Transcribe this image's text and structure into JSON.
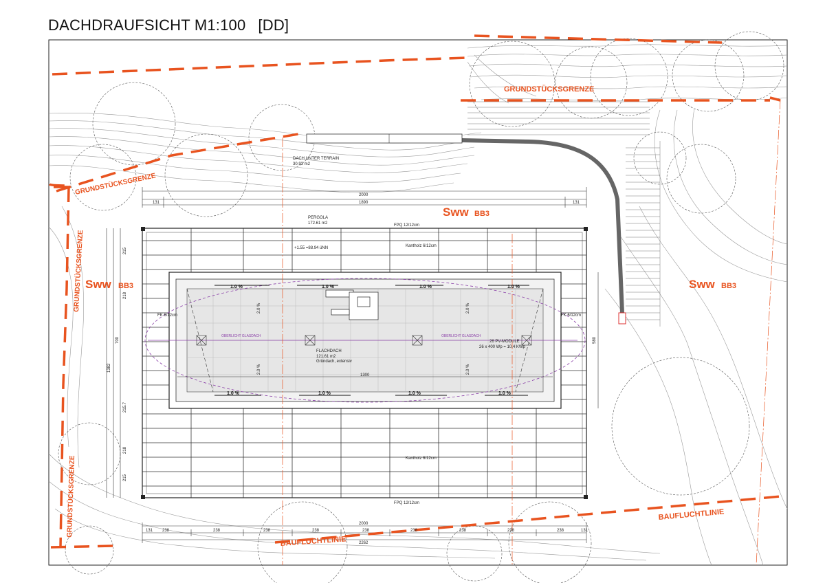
{
  "header": {
    "title": "DACHDRAUFSICHT M1:100",
    "tag": "[DD]"
  },
  "labels": {
    "grenze_top": "GRUNDSTÜCKSGRENZE",
    "grenze_left_top": "GRUNDSTÜCKSGRENZE",
    "grenze_left_mid": "GRUNDSTÜCKSGRENZE",
    "grenze_left_bottom": "GRUNDSTÜCKSGRENZE",
    "bauflucht_right": "BAUFLUCHTLINIE",
    "bauflucht_bottom": "BAUFLUCHTLINIE",
    "sww_main": "Sww",
    "sww_sub": "BB3"
  },
  "annotations": {
    "dach_unter_terrain": "DACH UNTER TERRAIN",
    "dach_area": "30.93 m2",
    "pergola": "PERGOLA",
    "pergola_area": "172.61 m2",
    "flachdach": "FLACHDACH",
    "flachdach_area": "121.61 m2",
    "flachdach_sub": "Gründach, extensiv",
    "pv_title": "26 PV-MODULE",
    "pv_detail": "26 x 400 Wp = 10.4 KWp",
    "kantholz_top": "Kantholz 6/12cm",
    "kantholz_bottom": "Kantholz 6/12cm",
    "fpq_top": "FPQ 12/12cm",
    "fpq_bottom": "FPQ 12/12cm",
    "fk_left": "FK 6/12cm",
    "fk_right": "FK 6/12cm",
    "oberlicht_left": "OBERLICHT GLASDACH",
    "oberlicht_right": "OBERLICHT GLASDACH",
    "level_mark": "+1.55 =88.94 üNN",
    "slope": "1.0 %",
    "slope_vertical": "2.0 %"
  },
  "dimensions": {
    "top_total": "2000",
    "top_inner": "1890",
    "bottom_total": "2000",
    "bottom_overall": "2262",
    "edge_131": "131",
    "bay_238": "238",
    "bay_215": "215",
    "bay_218": "218",
    "bay_215_7": "215.7",
    "left_1382": "1382",
    "left_700": "700",
    "right_580": "580",
    "inner_1300": "1300"
  }
}
